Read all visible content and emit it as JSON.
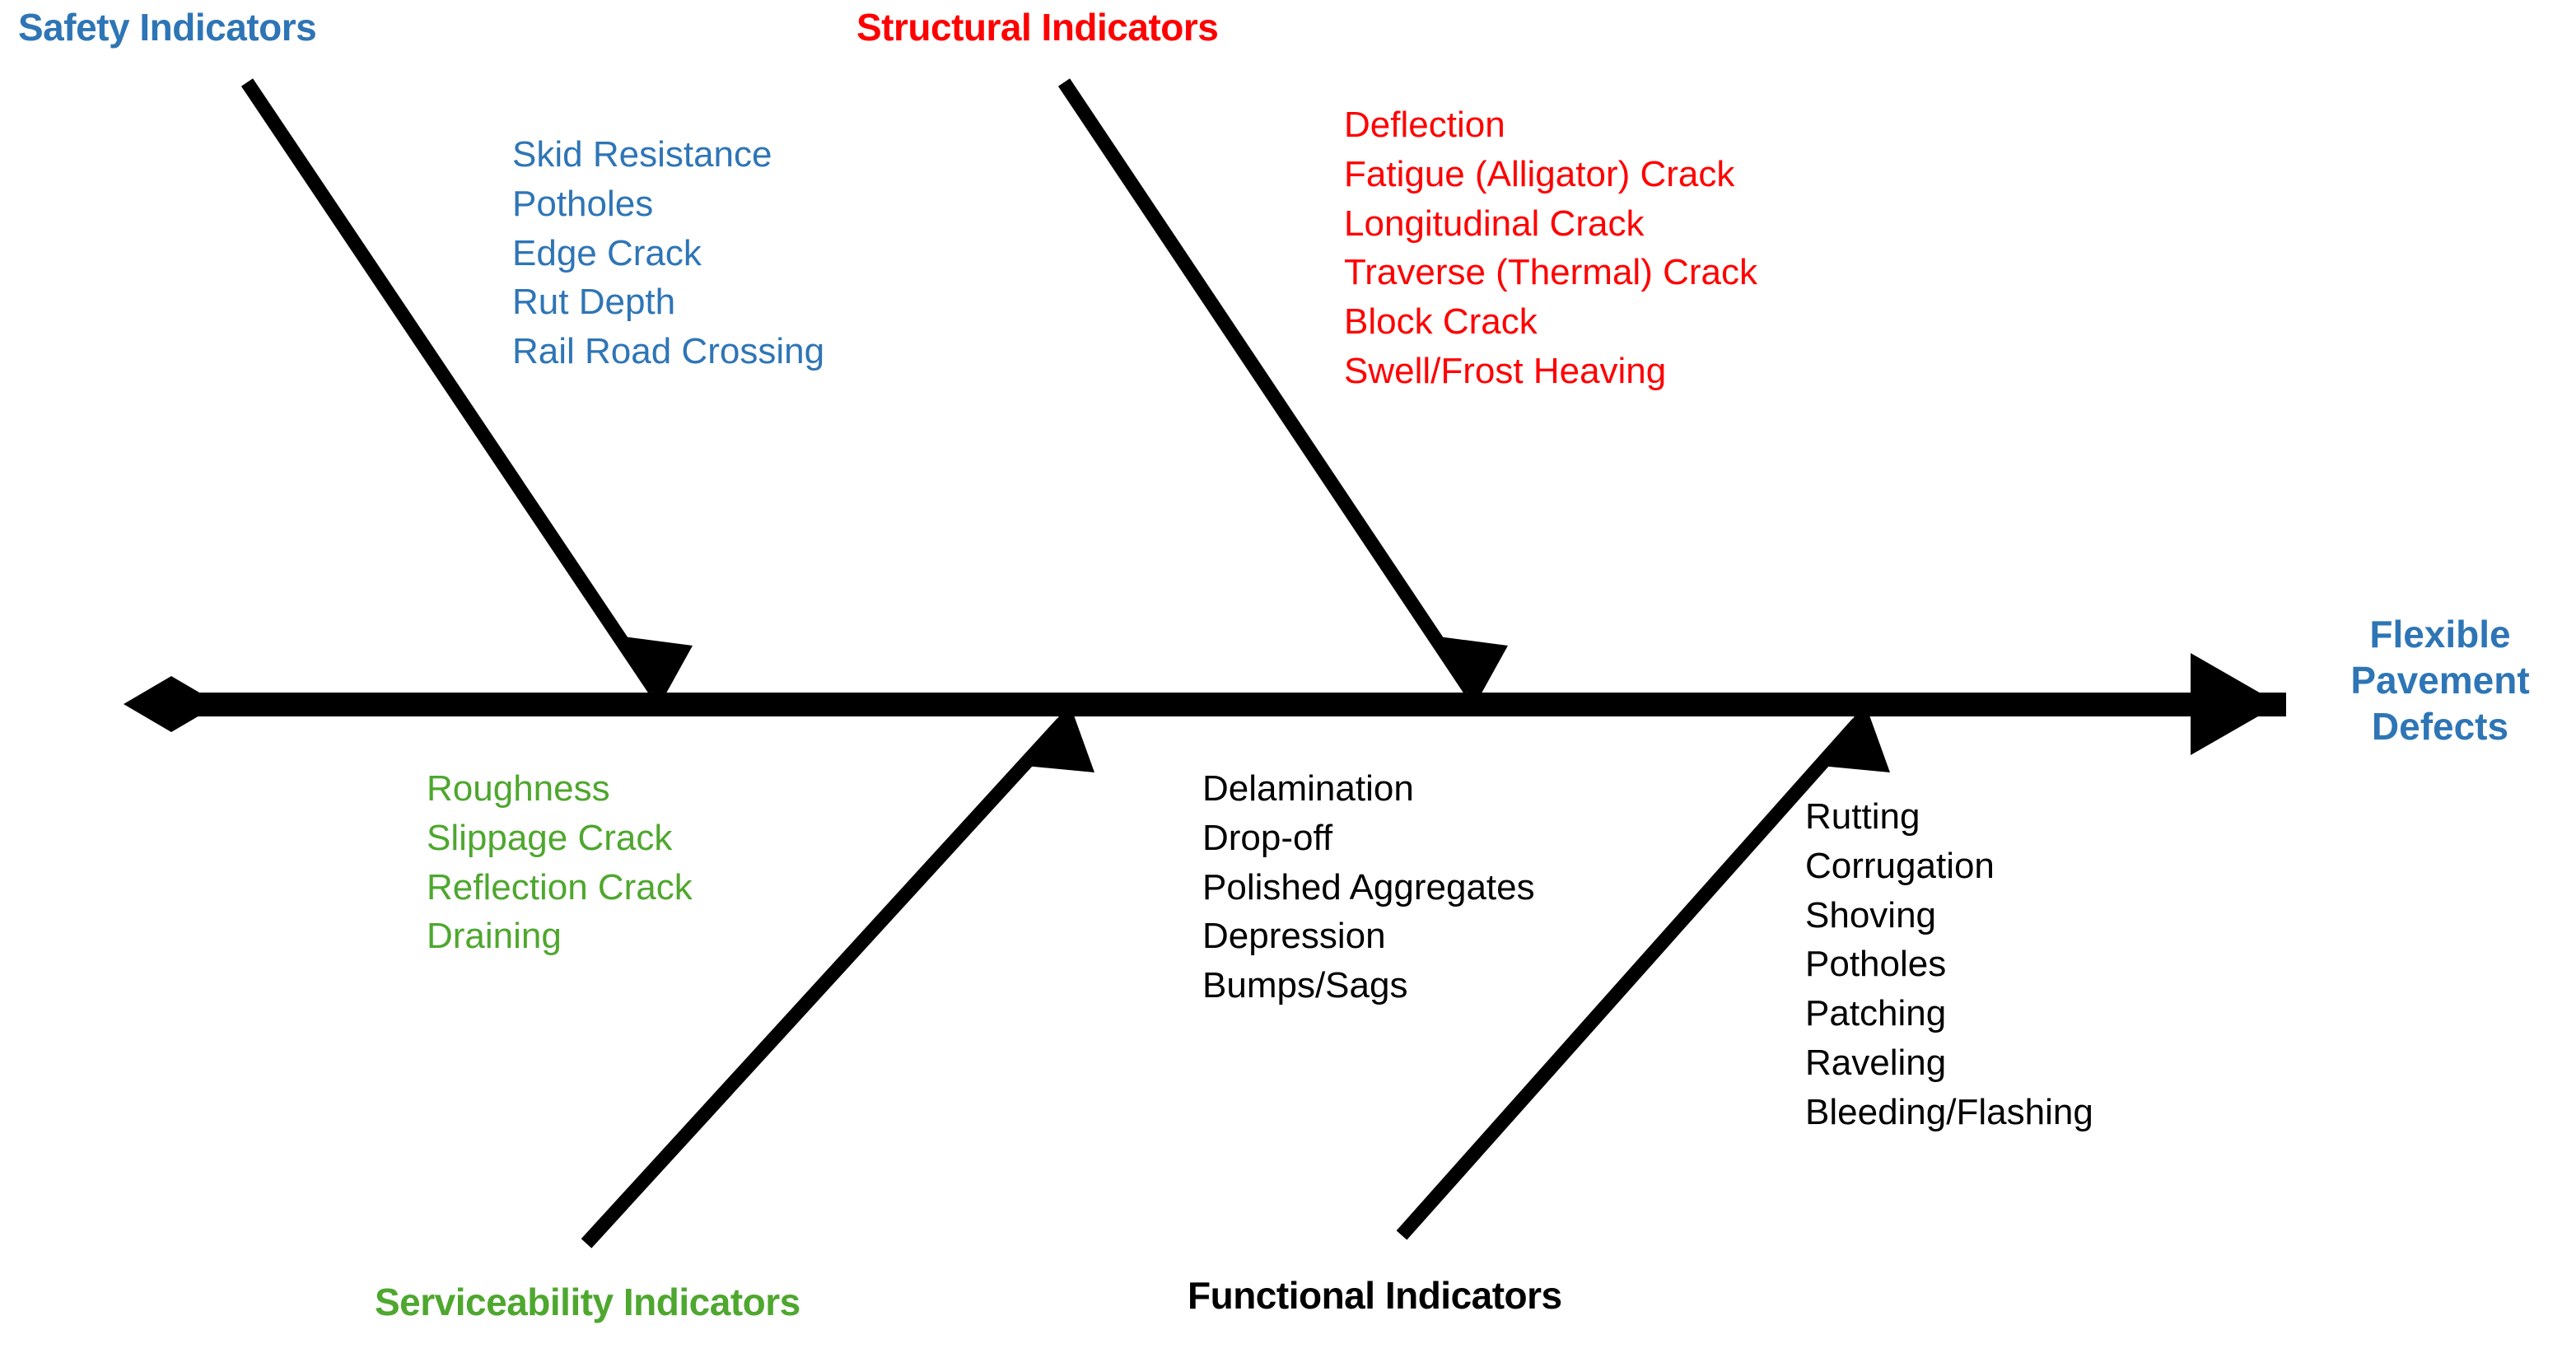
{
  "diagram": {
    "type": "fishbone-ishikawa",
    "effect_label": {
      "lines": [
        "Flexible",
        "Pavement",
        "Defects"
      ],
      "color": "#2E75B6"
    },
    "colors": {
      "blue": "#2E75B6",
      "red": "#FF0000",
      "green": "#4EA72E",
      "black": "#000000",
      "background": "#FFFFFF"
    },
    "categories": [
      {
        "id": "safety",
        "label": "Safety Indicators",
        "color": "#2E75B6",
        "position": "top-left",
        "items": [
          "Skid Resistance",
          "Potholes",
          "Edge Crack",
          "Rut Depth",
          "Rail Road Crossing"
        ]
      },
      {
        "id": "structural",
        "label": "Structural Indicators",
        "color": "#FF0000",
        "position": "top-right",
        "items": [
          "Deflection",
          "Fatigue (Alligator) Crack",
          "Longitudinal Crack",
          "Traverse (Thermal) Crack",
          "Block Crack",
          "Swell/Frost Heaving"
        ]
      },
      {
        "id": "serviceability",
        "label": "Serviceability Indicators",
        "color": "#4EA72E",
        "position": "bottom-left",
        "items": [
          "Roughness",
          "Slippage Crack",
          "Reflection Crack",
          "Draining"
        ]
      },
      {
        "id": "functional",
        "label": "Functional Indicators",
        "color": "#000000",
        "position": "bottom-right",
        "items": [
          "Delamination",
          "Drop-off",
          "Polished Aggregates",
          "Depression",
          "Bumps/Sags"
        ],
        "extra_items": [
          "Rutting",
          "Corrugation",
          "Shoving",
          "Potholes",
          "Patching",
          "Raveling",
          "Bleeding/Flashing"
        ]
      }
    ]
  }
}
